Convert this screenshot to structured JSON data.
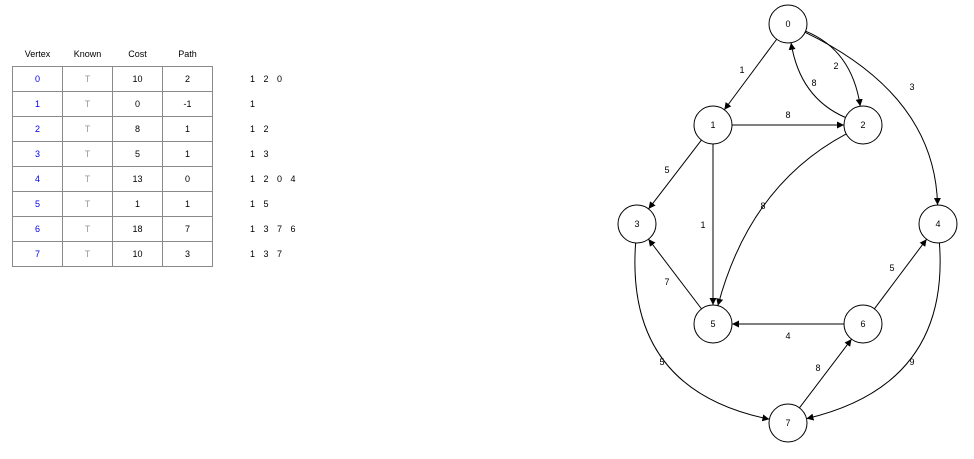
{
  "table": {
    "headers": [
      "Vertex",
      "Known",
      "Cost",
      "Path"
    ],
    "rows": [
      {
        "vertex": "0",
        "known": "T",
        "cost": "10",
        "path": "2"
      },
      {
        "vertex": "1",
        "known": "T",
        "cost": "0",
        "path": "-1"
      },
      {
        "vertex": "2",
        "known": "T",
        "cost": "8",
        "path": "1"
      },
      {
        "vertex": "3",
        "known": "T",
        "cost": "5",
        "path": "1"
      },
      {
        "vertex": "4",
        "known": "T",
        "cost": "13",
        "path": "0"
      },
      {
        "vertex": "5",
        "known": "T",
        "cost": "1",
        "path": "1"
      },
      {
        "vertex": "6",
        "known": "T",
        "cost": "18",
        "path": "7"
      },
      {
        "vertex": "7",
        "known": "T",
        "cost": "10",
        "path": "3"
      }
    ]
  },
  "paths": [
    "1 2 0",
    "1",
    "1 2",
    "1 3",
    "1 2 0 4",
    "1 5",
    "1 3 7 6",
    "1 3 7"
  ],
  "graph": {
    "nodes": [
      "0",
      "1",
      "2",
      "3",
      "4",
      "5",
      "6",
      "7"
    ],
    "edges": [
      {
        "from": "0",
        "to": "1",
        "weight": "1"
      },
      {
        "from": "0",
        "to": "2",
        "weight": "2"
      },
      {
        "from": "2",
        "to": "0",
        "weight": "8"
      },
      {
        "from": "0",
        "to": "4",
        "weight": "3"
      },
      {
        "from": "1",
        "to": "2",
        "weight": "8"
      },
      {
        "from": "1",
        "to": "3",
        "weight": "5"
      },
      {
        "from": "1",
        "to": "5",
        "weight": "1"
      },
      {
        "from": "2",
        "to": "5",
        "weight": "8"
      },
      {
        "from": "5",
        "to": "3",
        "weight": "7"
      },
      {
        "from": "3",
        "to": "7",
        "weight": "5"
      },
      {
        "from": "6",
        "to": "5",
        "weight": "4"
      },
      {
        "from": "6",
        "to": "4",
        "weight": "5"
      },
      {
        "from": "7",
        "to": "6",
        "weight": "8"
      },
      {
        "from": "4",
        "to": "7",
        "weight": "9"
      }
    ]
  }
}
